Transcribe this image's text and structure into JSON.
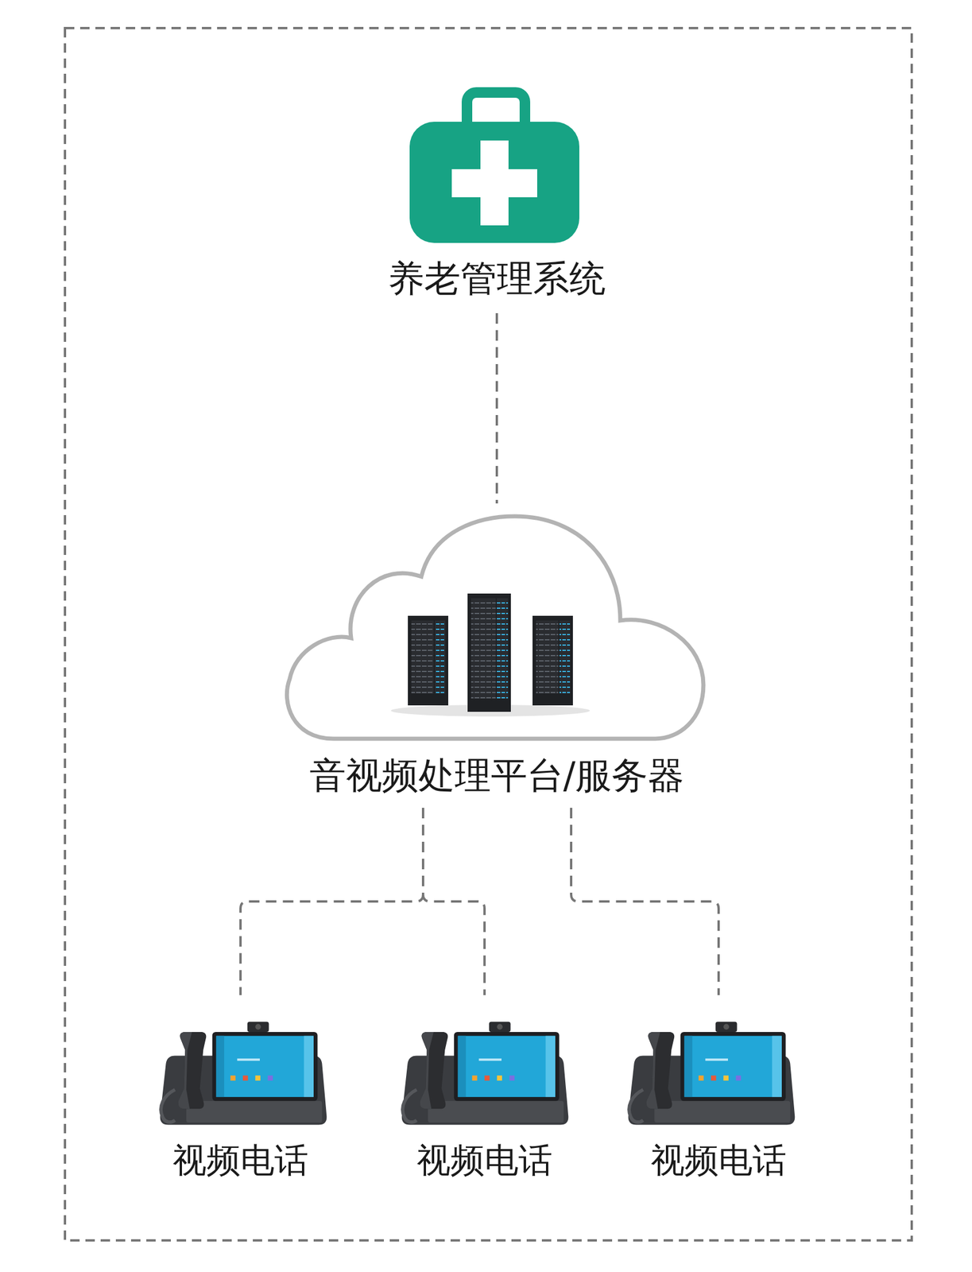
{
  "diagram": {
    "nodes": [
      {
        "text": [
          "养老管理系统"
        ]
      },
      {
        "text": [
          "音视频处理平台/服务器"
        ]
      },
      {
        "text": [
          "视频电话"
        ]
      },
      {
        "text": [
          "视频电话"
        ]
      },
      {
        "text": [
          "视频电话"
        ]
      }
    ],
    "edges": [
      {
        "from": 0,
        "to": 1,
        "arrow": "none"
      },
      {
        "from": 1,
        "to": 2,
        "arrow": "none"
      },
      {
        "from": 1,
        "to": 3,
        "arrow": "none"
      },
      {
        "from": 1,
        "to": 4,
        "arrow": "none"
      }
    ]
  }
}
